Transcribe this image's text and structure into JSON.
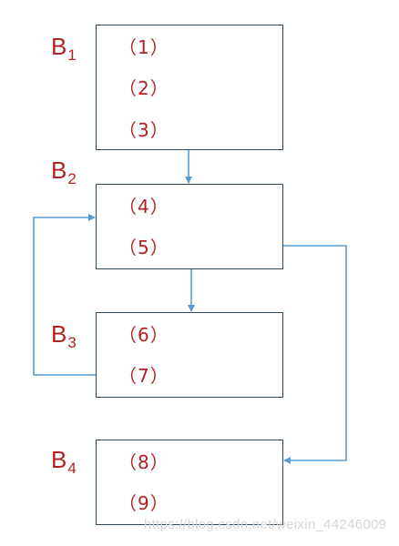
{
  "colors": {
    "label": "#b22222",
    "statement": "#b22222",
    "box_border": "#2c4a5e",
    "edge": "#5b9bd5"
  },
  "blocks": [
    {
      "name": "B",
      "sub": "1",
      "statements": [
        "（1）",
        "（2）",
        "（3）"
      ]
    },
    {
      "name": "B",
      "sub": "2",
      "statements": [
        "（4）",
        "（5）"
      ]
    },
    {
      "name": "B",
      "sub": "3",
      "statements": [
        "（6）",
        "（7）"
      ]
    },
    {
      "name": "B",
      "sub": "4",
      "statements": [
        "（8）",
        "（9）"
      ]
    }
  ],
  "watermark": "https://blog.csdn.net/weixin_44246009"
}
